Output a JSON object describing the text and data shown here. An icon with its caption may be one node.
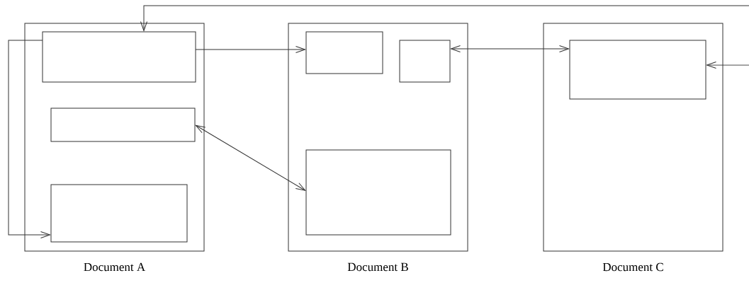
{
  "diagram": {
    "nodes": [
      {
        "text": [
          "Document A"
        ]
      },
      {
        "text": [],
        "shape": "box",
        "in": 0
      },
      {
        "text": [],
        "shape": "box",
        "in": 0
      },
      {
        "text": [],
        "shape": "box",
        "in": 0
      },
      {
        "text": [
          "Document B"
        ]
      },
      {
        "text": [],
        "shape": "box",
        "in": 4
      },
      {
        "text": [],
        "shape": "box",
        "in": 4
      },
      {
        "text": [],
        "shape": "box",
        "in": 4
      },
      {
        "text": [
          "Document C"
        ]
      },
      {
        "text": [],
        "shape": "box",
        "in": 8
      }
    ],
    "edges": [
      {
        "from": 1,
        "to": 5,
        "arrow": "to"
      },
      {
        "from": 6,
        "to": 9,
        "arrow": "both"
      },
      {
        "from": 2,
        "to": 7,
        "arrow": "both"
      },
      {
        "from": 1,
        "to": 3,
        "arrow": "to"
      },
      {
        "from": null,
        "to": 1,
        "arrow": "to"
      },
      {
        "from": null,
        "to": 9,
        "arrow": "to"
      }
    ]
  }
}
